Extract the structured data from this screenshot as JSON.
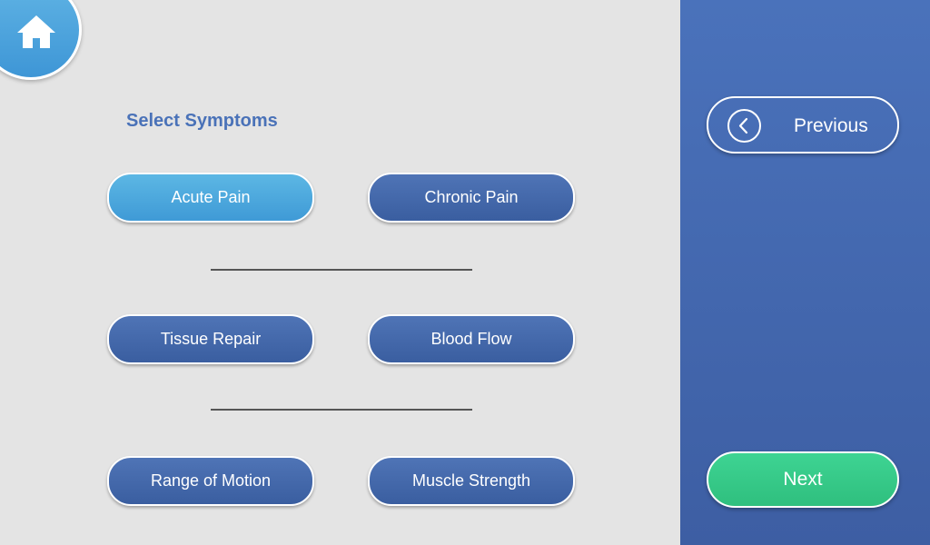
{
  "header": {
    "home_icon": "home-icon"
  },
  "main": {
    "title": "Select Symptoms",
    "symptoms": [
      {
        "label": "Acute Pain",
        "selected": true
      },
      {
        "label": "Chronic Pain",
        "selected": false
      },
      {
        "label": "Tissue Repair",
        "selected": false
      },
      {
        "label": "Blood Flow",
        "selected": false
      },
      {
        "label": "Range of Motion",
        "selected": false
      },
      {
        "label": "Muscle Strength",
        "selected": false
      }
    ]
  },
  "side_panel": {
    "previous_label": "Previous",
    "previous_icon": "chevron-left-icon",
    "next_label": "Next"
  },
  "colors": {
    "background": "#e4e4e4",
    "title": "#4a72b8",
    "button": "#4466aa",
    "selected_button": "#4ca8de",
    "panel": "#4469b0",
    "next": "#36cb88"
  }
}
